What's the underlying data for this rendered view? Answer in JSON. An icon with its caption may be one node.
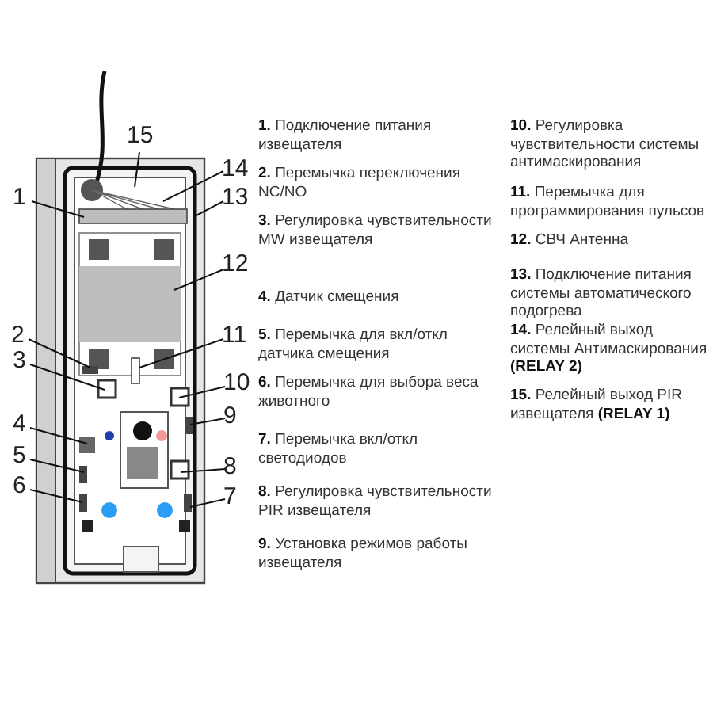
{
  "diagram": {
    "nodes": [
      {
        "text": [
          "1"
        ]
      },
      {
        "text": [
          "2"
        ]
      },
      {
        "text": [
          "3"
        ]
      },
      {
        "text": [
          "4"
        ]
      },
      {
        "text": [
          "5"
        ]
      },
      {
        "text": [
          "6"
        ]
      },
      {
        "text": [
          "7"
        ]
      },
      {
        "text": [
          "8"
        ]
      },
      {
        "text": [
          "9"
        ]
      },
      {
        "text": [
          "10"
        ]
      },
      {
        "text": [
          "11"
        ]
      },
      {
        "text": [
          "12"
        ]
      },
      {
        "text": [
          "13"
        ]
      },
      {
        "text": [
          "14"
        ]
      },
      {
        "text": [
          "15"
        ]
      }
    ],
    "edges": [
      {
        "from": 0,
        "to": null,
        "arrow": "none"
      },
      {
        "from": 1,
        "to": null,
        "arrow": "none"
      },
      {
        "from": 2,
        "to": null,
        "arrow": "none"
      },
      {
        "from": 3,
        "to": null,
        "arrow": "none"
      },
      {
        "from": 4,
        "to": null,
        "arrow": "none"
      },
      {
        "from": 5,
        "to": null,
        "arrow": "none"
      },
      {
        "from": 6,
        "to": null,
        "arrow": "none"
      },
      {
        "from": 7,
        "to": null,
        "arrow": "none"
      },
      {
        "from": 8,
        "to": null,
        "arrow": "none"
      },
      {
        "from": 9,
        "to": null,
        "arrow": "none"
      },
      {
        "from": 10,
        "to": null,
        "arrow": "none"
      },
      {
        "from": 11,
        "to": null,
        "arrow": "none"
      },
      {
        "from": 12,
        "to": null,
        "arrow": "none"
      },
      {
        "from": 13,
        "to": null,
        "arrow": "none"
      },
      {
        "from": 14,
        "to": null,
        "arrow": "none"
      }
    ],
    "labels": [
      "**1.** Подключение питания извещателя",
      "**2.** Перемычка переключения NC/NO",
      "**3.** Регулировка чувствительности MW извещателя",
      "**4.** Датчик смещения",
      "**5.** Перемычка для вкл/откл датчика смещения",
      "**6.** Перемычка для выбора веса животного",
      "**7.** Перемычка вкл/откл светодиодов",
      "**8.** Регулировка чувствительности PIR извещателя",
      "**9.** Установка режимов работы извещателя",
      "**10.** Регулировка чувствительности системы антимаскирования",
      "**11.** Перемычка для программирования пульсов",
      "**12.** СВЧ Антенна",
      "**13.** Подключение питания системы автоматического подогрева",
      "**14.** Релейный выход системы Антимаскирования **(RELAY 2)**",
      "**15.** Релейный выход PIR извещателя **(RELAY 1)**"
    ]
  }
}
